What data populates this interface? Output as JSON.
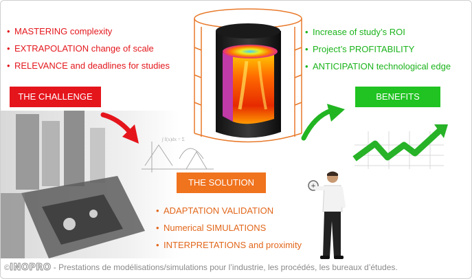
{
  "challenges": [
    "MASTERING complexity",
    "EXTRAPOLATION change of scale",
    "RELEVANCE and deadlines for studies"
  ],
  "challenge_label": "THE CHALLENGE",
  "benefits": [
    "Increase of study’s ROI",
    "Project’s PROFITABILITY",
    "ANTICIPATION technological edge"
  ],
  "benefits_label": "BENEFITS",
  "solution_label": "THE SOLUTION",
  "solutions": [
    "ADAPTATION VALIDATION",
    "Numerical SIMULATIONS",
    "INTERPRETATIONS and proximity"
  ],
  "footer": {
    "copyright": "©",
    "brand": "INOPRO",
    "tagline": " - Prestations de modélisations/simulations pour l’industrie, les procédés, les bureaux d’études."
  },
  "colors": {
    "challenge": "#e5151c",
    "benefits": "#20c321",
    "solution": "#f0731e"
  }
}
